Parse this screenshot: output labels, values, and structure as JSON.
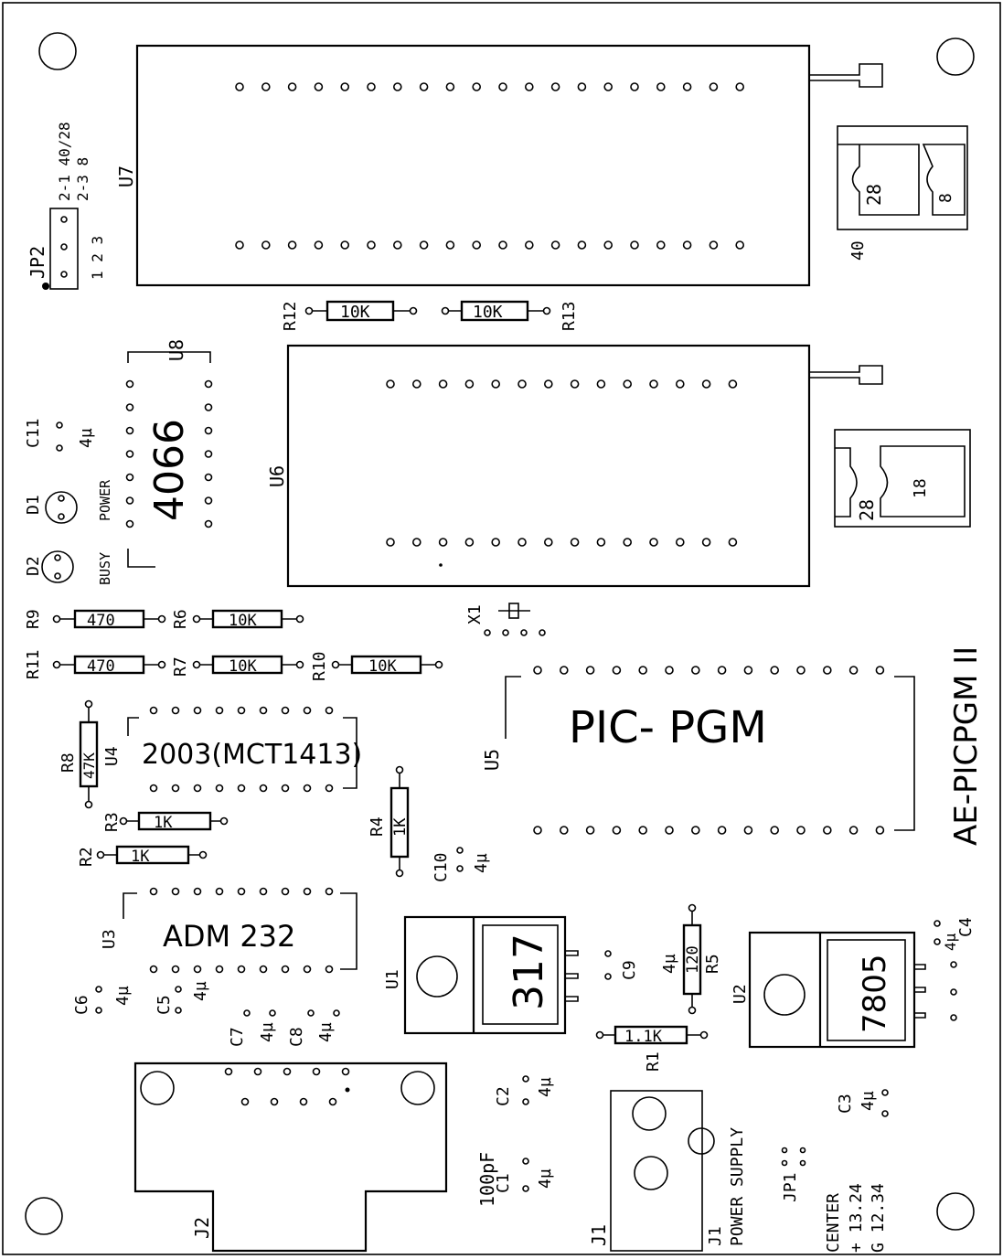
{
  "board": {
    "title": "AE-PICPGM II",
    "border_color": "#000000",
    "background": "#ffffff"
  },
  "jumpers": {
    "jp2": {
      "ref": "JP2",
      "pins": "1  2  3",
      "opt1": "2-1  40/28",
      "opt2": "2-3  8"
    },
    "jp1": {
      "ref": "JP1"
    }
  },
  "ics": {
    "u7": {
      "ref": "U7"
    },
    "u6": {
      "ref": "U6"
    },
    "u8": {
      "ref": "U8",
      "value": "4066"
    },
    "u5": {
      "ref": "U5",
      "value": "PIC- PGM"
    },
    "u4": {
      "ref": "U4",
      "value": "2003(MCT1413)"
    },
    "u3": {
      "ref": "U3",
      "value": "ADM 232"
    },
    "u1": {
      "ref": "U1",
      "value": "317"
    },
    "u2": {
      "ref": "U2",
      "value": "7805"
    }
  },
  "sockets": {
    "top": {
      "a": "28",
      "b": "8",
      "c": "40"
    },
    "mid": {
      "a": "28",
      "b": "18"
    }
  },
  "resistors": {
    "r12": {
      "ref": "R12",
      "value": "10K"
    },
    "r13": {
      "ref": "R13",
      "value": "10K"
    },
    "r9": {
      "ref": "R9",
      "value": "470"
    },
    "r6": {
      "ref": "R6",
      "value": "10K"
    },
    "r11": {
      "ref": "R11",
      "value": "470"
    },
    "r7": {
      "ref": "R7",
      "value": "10K"
    },
    "r10": {
      "ref": "R10",
      "value": "10K"
    },
    "r8": {
      "ref": "R8",
      "value": "47K"
    },
    "r3": {
      "ref": "R3",
      "value": "1K"
    },
    "r2": {
      "ref": "R2",
      "value": "1K"
    },
    "r4": {
      "ref": "R4",
      "value": "1K"
    },
    "r5": {
      "ref": "R5",
      "value": "120"
    },
    "r1": {
      "ref": "R1",
      "value": "1.1K"
    }
  },
  "capacitors": {
    "c11": {
      "ref": "C11",
      "value": "4µ"
    },
    "c10": {
      "ref": "C10",
      "value": "4µ"
    },
    "c9": {
      "ref": "C9",
      "value": "4µ"
    },
    "c6": {
      "ref": "C6",
      "value": "4µ"
    },
    "c5": {
      "ref": "C5",
      "value": "4µ"
    },
    "c7": {
      "ref": "C7",
      "value": "4µ"
    },
    "c8": {
      "ref": "C8",
      "value": "4µ"
    },
    "c4": {
      "ref": "C4",
      "value": "4µ"
    },
    "c2": {
      "ref": "C2",
      "value": "4µ"
    },
    "c1": {
      "ref": "C1",
      "value": "4µ",
      "extra": "100pF"
    },
    "c3": {
      "ref": "C3",
      "value": "4µ"
    }
  },
  "leds": {
    "d1": {
      "ref": "D1",
      "label": "POWER"
    },
    "d2": {
      "ref": "D2",
      "label": "BUSY"
    }
  },
  "crystal": {
    "ref": "X1"
  },
  "connectors": {
    "j2": {
      "ref": "J2"
    },
    "j1": {
      "ref": "J1",
      "label1": "J1",
      "label2": "POWER SUPPLY"
    },
    "center": {
      "line1": "CENTER",
      "line2": "+ 13.24",
      "line3": "G 12.34"
    }
  }
}
